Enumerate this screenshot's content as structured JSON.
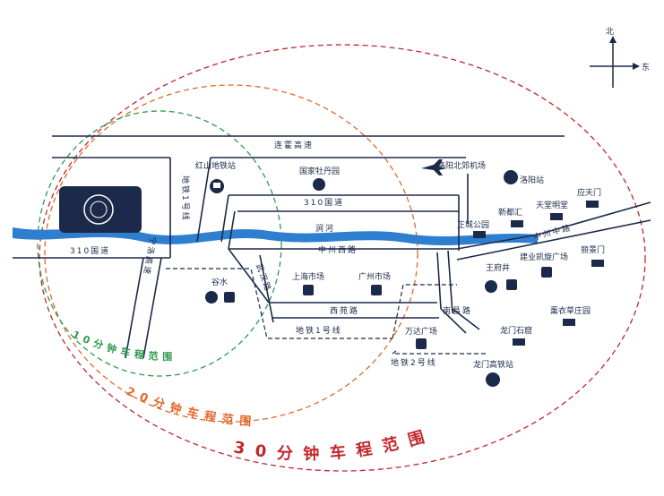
{
  "compass": {
    "north": "北",
    "east": "东"
  },
  "roads": {
    "expressway": "连霍高速",
    "g310_north": "310国道",
    "g310_south": "310国道",
    "zhongzhou_west": "中州西路",
    "zhongzhou_middle": "中州中路",
    "xiyuan": "西苑路",
    "wuhan": "武汉路",
    "ninglu_expressway": "宁洛高速",
    "nanchang": "南昌路",
    "metro_1": "地铁1号线",
    "metro_1_vertical": "地铁1号线",
    "metro_2": "地铁2号线",
    "river": "涧河"
  },
  "places": {
    "hongshan_station": "红山地铁站",
    "peony_garden": "国家牡丹园",
    "beijiao_airport": "洛阳北郊机场",
    "luoyang_station": "洛阳站",
    "zhuangcheng_park": "正城公园",
    "xinduhui": "新都汇",
    "tiantang": "天堂明堂",
    "yingtianmen": "应天门",
    "wangfujing": "王府井",
    "jianye": "建业凯旋广场",
    "lijingmen": "丽景门",
    "gushui": "谷水",
    "shanghai_market": "上海市场",
    "guangzhou_market": "广州市场",
    "wanda": "万达广场",
    "longmen_grottoes": "龙门石窟",
    "xunyi_park": "薰衣草庄园",
    "longmen_hsr": "龙门高铁站"
  },
  "rings": {
    "r10": "10分钟车程范围",
    "r20": "20分钟车程范围",
    "r30": "30分钟车程范围"
  },
  "colors": {
    "navy": "#1b2a4a",
    "river": "#2e7fcf",
    "ring10": "#2e9a4f",
    "ring20": "#e0692a",
    "ring30": "#c1272d"
  },
  "icons": {
    "metro": "metro-icon",
    "shopping": "shopping-bag-icon",
    "peony": "flower-icon",
    "airport": "airplane-icon",
    "landmark": "pavilion-icon"
  }
}
